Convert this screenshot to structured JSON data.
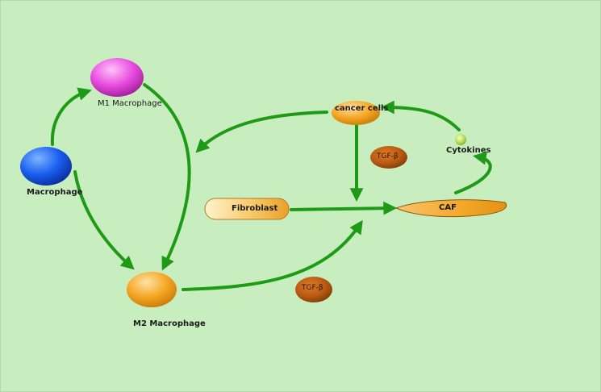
{
  "nodes": {
    "macrophage": "Macrophage",
    "m1_macrophage": "M1 Macrophage",
    "m2_macrophage": "M2 Macrophage",
    "cancer_cells": "cancer cells",
    "cytokines": "Cytokines",
    "fibroblast": "Fibroblast",
    "caf": "CAF",
    "tgf_beta_top": "TGF-β",
    "tgf_beta_bottom": "TGF-β"
  },
  "colors": {
    "background": "#c8eec0",
    "arrow": "#1f9a17",
    "macrophage": "#1a5ff0",
    "m1_macrophage": "#e84be0",
    "orange_cell": "#f5a623",
    "tgf_beta": "#b85a12",
    "cytokines": "#b6e05a"
  },
  "edges": [
    {
      "from": "Macrophage",
      "to": "M1 Macrophage"
    },
    {
      "from": "Macrophage",
      "to": "M2 Macrophage"
    },
    {
      "from": "M1 Macrophage",
      "to": "M2 Macrophage"
    },
    {
      "from": "cancer cells",
      "to": "M2 Macrophage"
    },
    {
      "from": "cancer cells",
      "to": "CAF"
    },
    {
      "from": "Fibroblast",
      "to": "CAF"
    },
    {
      "from": "M2 Macrophage",
      "to": "CAF"
    },
    {
      "from": "CAF",
      "to": "Cytokines"
    },
    {
      "from": "Cytokines",
      "to": "cancer cells"
    }
  ]
}
